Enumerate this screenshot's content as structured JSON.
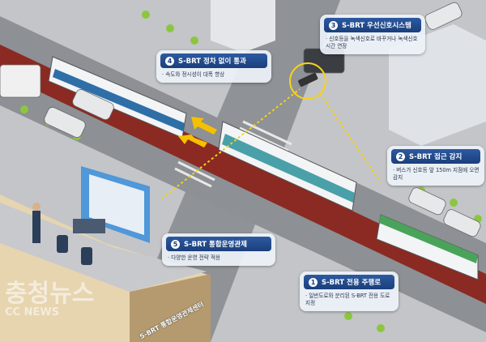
{
  "callouts": [
    {
      "num": "1",
      "title": "S-BRT 전용 주행로",
      "desc": "· 일반도로와 분리된 S-BRT 전용 도로 지정"
    },
    {
      "num": "2",
      "title": "S-BRT 접근 감지",
      "desc": "· 버스가 신호등 앞 150m 지점에 오면 감지"
    },
    {
      "num": "3",
      "title": "S-BRT 우선신호시스템",
      "desc": "· 신호등을 녹색신호로 바꾸거나 녹색신호 시간 연장"
    },
    {
      "num": "4",
      "title": "S-BRT 정차 없이 통과",
      "desc": "· 속도와 정시성이 대폭 향상"
    },
    {
      "num": "5",
      "title": "S-BRT 통합운영관제",
      "desc": "· 다양한 운영 전략 적용"
    }
  ],
  "building_label": "S-BRT 통합운영관제센터",
  "watermark": {
    "text": "충청뉴스",
    "sub": "CC NEWS"
  },
  "colors": {
    "brt_lane": "#8a2a22",
    "callout_header": "#1b3f7c",
    "road": "#8d9094",
    "sidewalk": "#c9cbce",
    "bus_green": "#4aa35a",
    "bus_blue": "#2f6fa8"
  }
}
